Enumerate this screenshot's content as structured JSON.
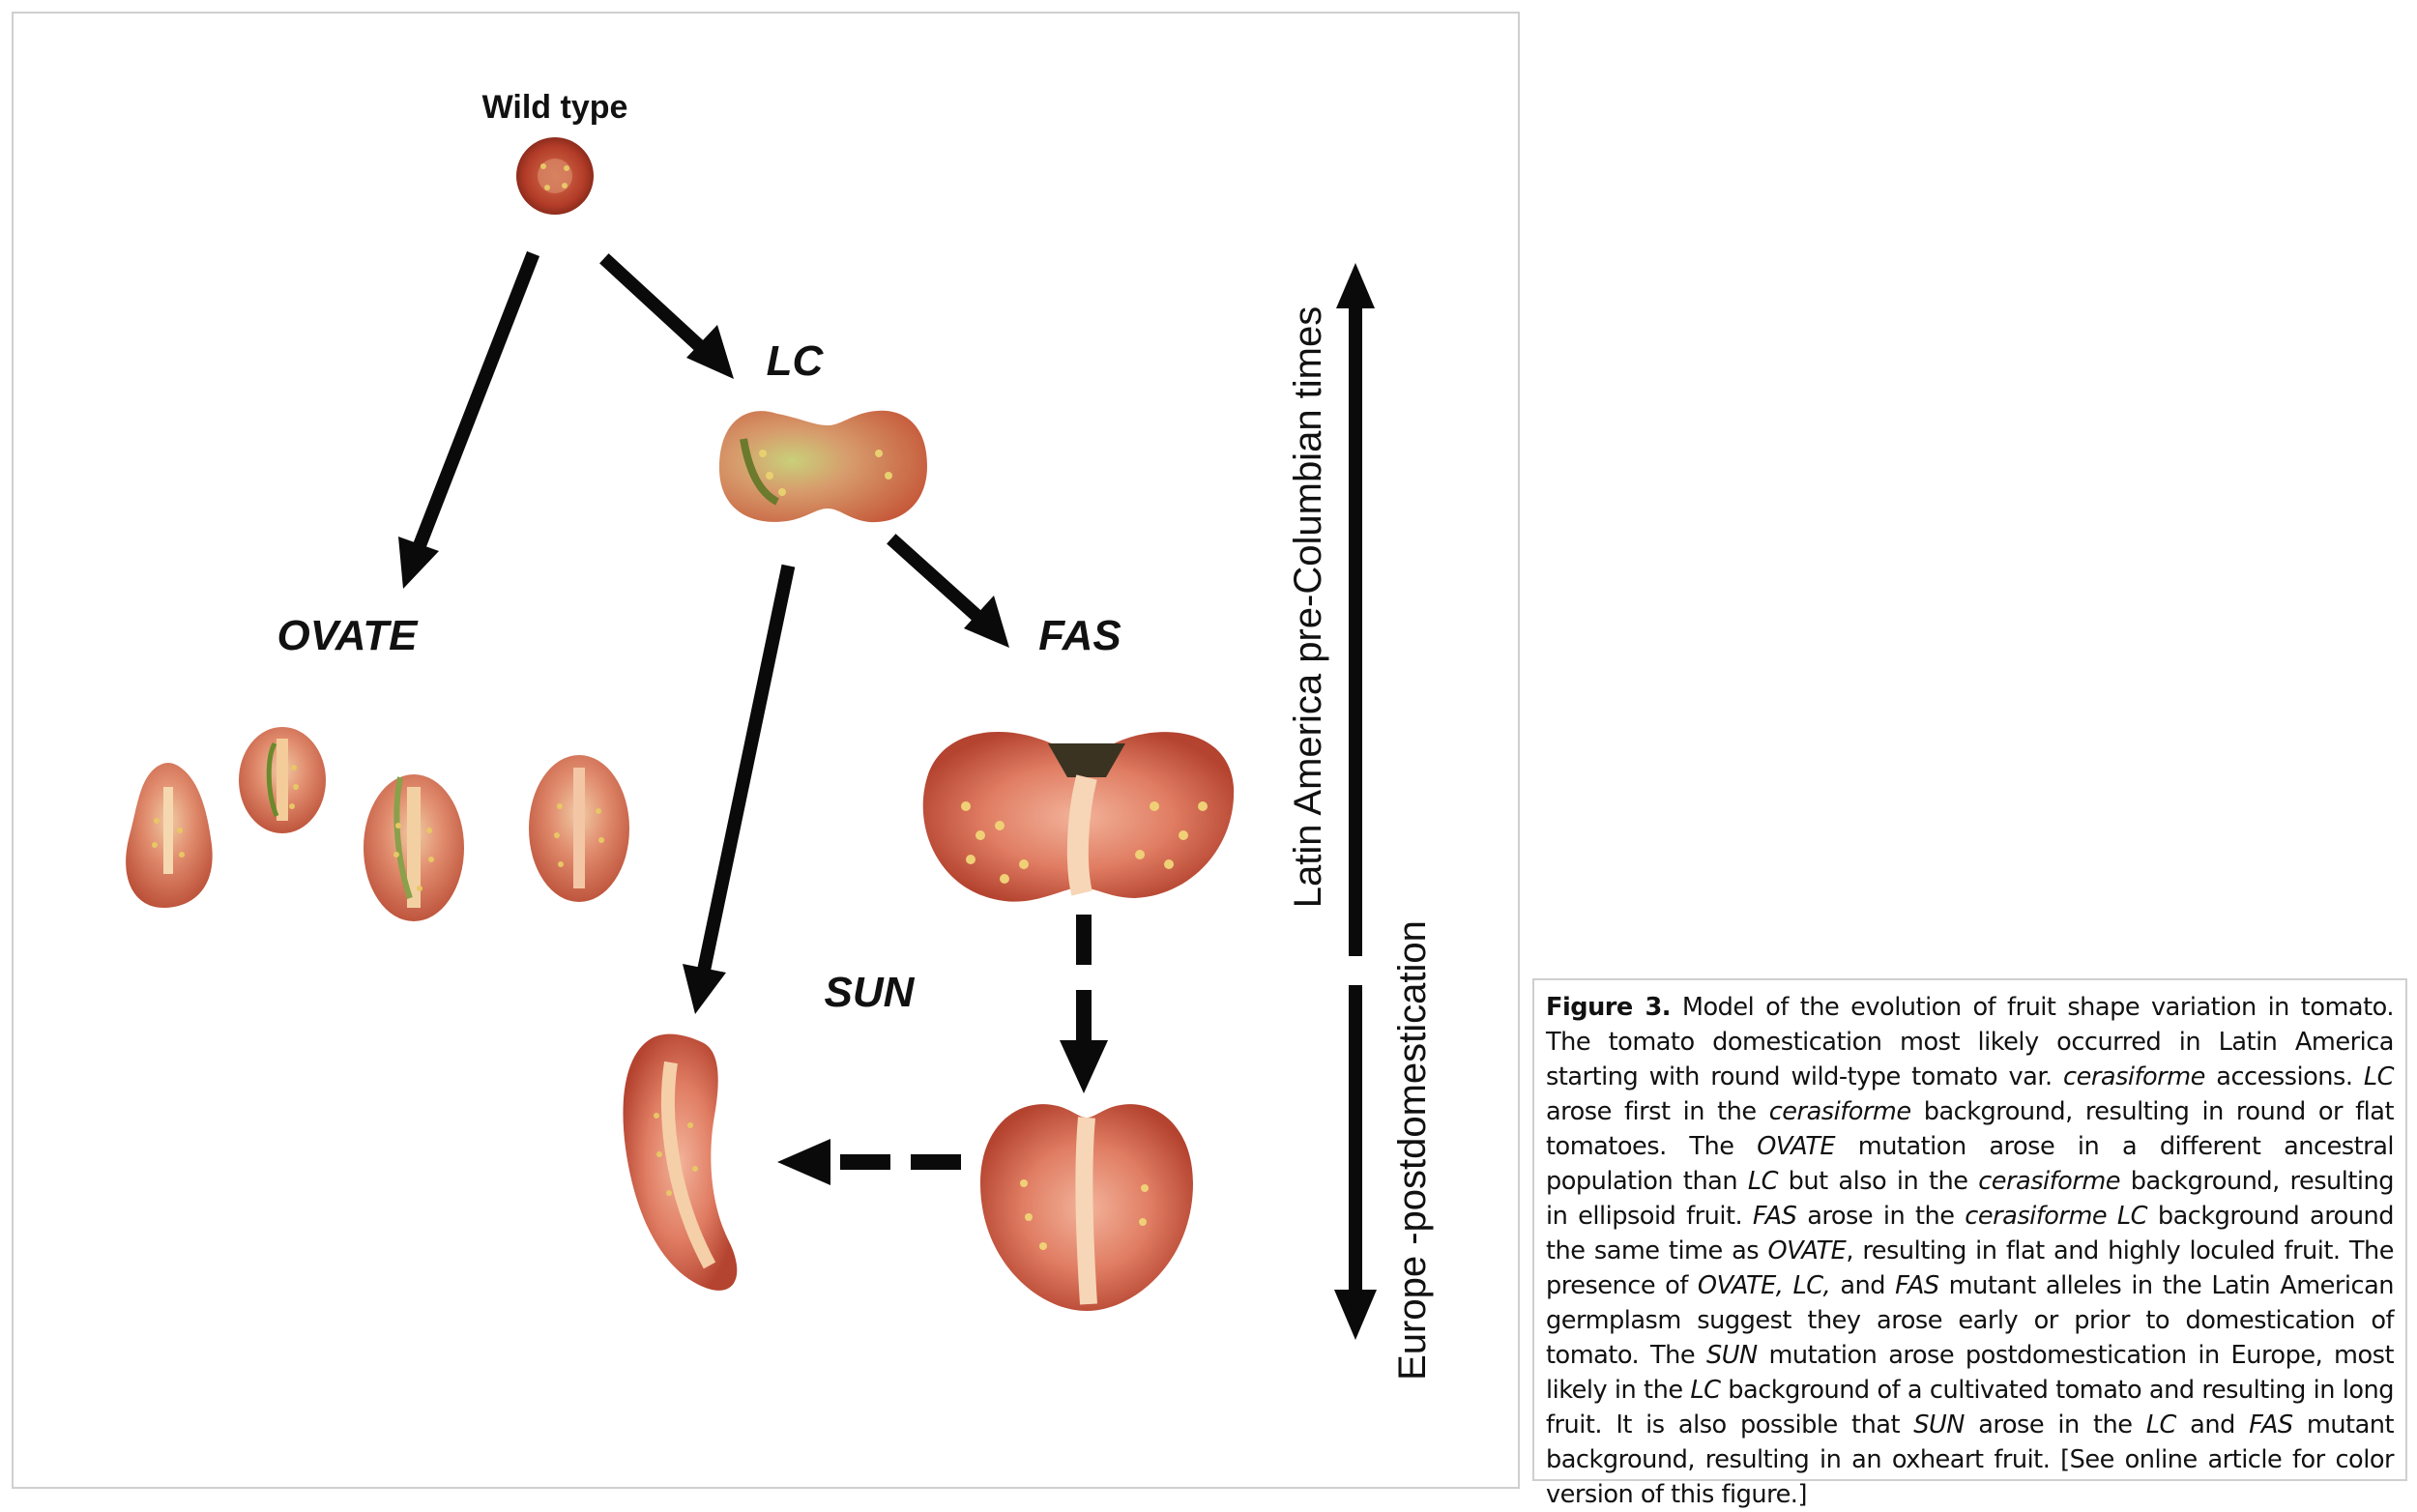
{
  "figure": {
    "labels": {
      "wild_type": "Wild type",
      "lc": "LC",
      "ovate": "OVATE",
      "fas": "FAS",
      "sun": "SUN"
    },
    "timeline": {
      "upper": "Latin America pre-Columbian times",
      "lower": "Europe -postdomestication"
    },
    "colors": {
      "arrow": "#0a0a0a",
      "tomato_skin": "#c9553e",
      "tomato_flesh": "#e98a74",
      "tomato_core": "#f3c4a8",
      "seed": "#e6c45a",
      "green_shoulder": "#8aa04a"
    }
  },
  "caption": {
    "segments": [
      {
        "t": "Figure 3.",
        "style": "label"
      },
      {
        "t": "  Model of the evolution of fruit shape variation in tomato. The tomato domestication most likely occurred in Latin America starting with round wild-type tomato var. ",
        "style": "normal"
      },
      {
        "t": "cerasiforme",
        "style": "italic"
      },
      {
        "t": " accessions. ",
        "style": "normal"
      },
      {
        "t": "LC",
        "style": "italic"
      },
      {
        "t": " arose first in the ",
        "style": "normal"
      },
      {
        "t": "cerasiforme",
        "style": "italic"
      },
      {
        "t": " background, resulting in round or flat tomatoes. The ",
        "style": "normal"
      },
      {
        "t": "OVATE",
        "style": "italic"
      },
      {
        "t": " mutation arose in a different ancestral population than ",
        "style": "normal"
      },
      {
        "t": "LC",
        "style": "italic"
      },
      {
        "t": " but also in the ",
        "style": "normal"
      },
      {
        "t": "cerasiforme",
        "style": "italic"
      },
      {
        "t": " background, resulting in ellipsoid fruit. ",
        "style": "normal"
      },
      {
        "t": "FAS",
        "style": "italic"
      },
      {
        "t": " arose in the ",
        "style": "normal"
      },
      {
        "t": "cerasiforme LC",
        "style": "italic"
      },
      {
        "t": " background around the same time as ",
        "style": "normal"
      },
      {
        "t": "OVATE",
        "style": "italic"
      },
      {
        "t": ", resulting in flat and highly loculed fruit. The presence of ",
        "style": "normal"
      },
      {
        "t": "OVATE, LC,",
        "style": "italic"
      },
      {
        "t": " and ",
        "style": "normal"
      },
      {
        "t": "FAS",
        "style": "italic"
      },
      {
        "t": " mutant alleles in the Latin American germplasm suggest they arose early or prior to domestication of tomato. The ",
        "style": "normal"
      },
      {
        "t": "SUN",
        "style": "italic"
      },
      {
        "t": " mutation arose postdomestication in Europe, most likely in the ",
        "style": "normal"
      },
      {
        "t": "LC",
        "style": "italic"
      },
      {
        "t": " background of a cultivated tomato and resulting in long fruit. It is also possible that ",
        "style": "normal"
      },
      {
        "t": "SUN",
        "style": "italic"
      },
      {
        "t": " arose in the ",
        "style": "normal"
      },
      {
        "t": "LC",
        "style": "italic"
      },
      {
        "t": " and ",
        "style": "normal"
      },
      {
        "t": "FAS",
        "style": "italic"
      },
      {
        "t": " mutant background, resulting in an oxheart fruit. [See online article for color version of this figure.]",
        "style": "normal"
      }
    ]
  }
}
